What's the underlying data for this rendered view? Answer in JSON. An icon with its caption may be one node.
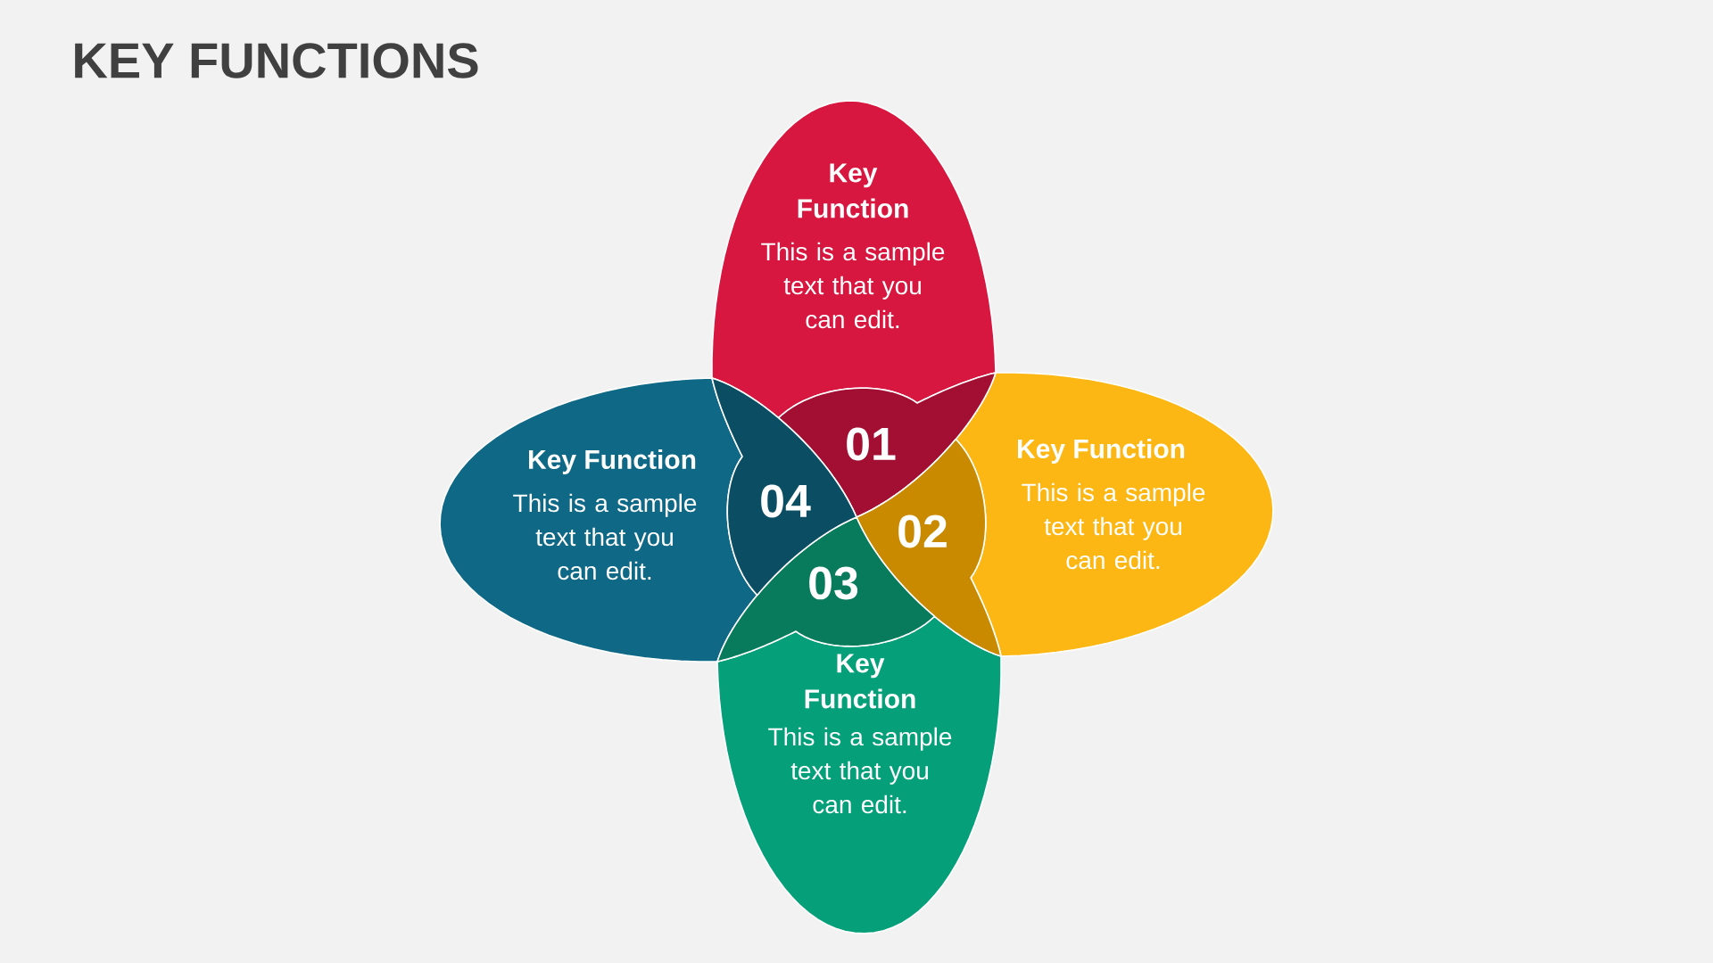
{
  "diagram": {
    "title": "KEY FUNCTIONS",
    "nodes": [
      {
        "text": [
          "Key Function",
          "This is a sample text that you can edit."
        ]
      },
      {
        "text": [
          "Key Function",
          "This is a sample text that you can edit."
        ]
      },
      {
        "text": [
          "Key Function",
          "This is a sample text that you can edit."
        ]
      },
      {
        "text": [
          "Key Function",
          "This is a sample text that you can edit."
        ]
      },
      {
        "text": [
          "01"
        ]
      },
      {
        "text": [
          "02"
        ]
      },
      {
        "text": [
          "03"
        ]
      },
      {
        "text": [
          "04"
        ]
      }
    ]
  }
}
